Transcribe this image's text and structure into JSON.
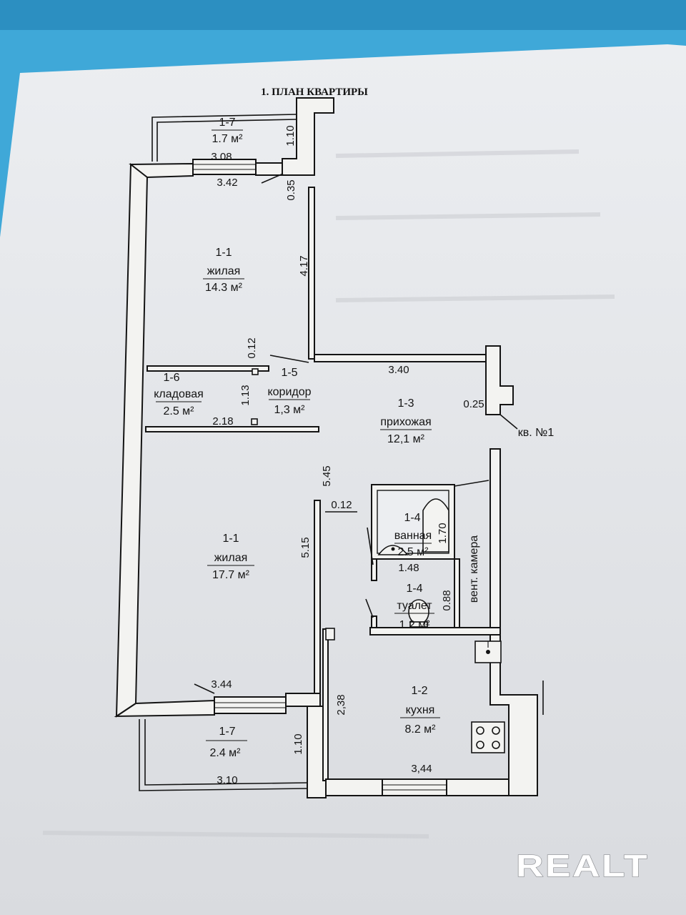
{
  "title": "1. ПЛАН КВАРТИРЫ",
  "rooms": {
    "balcony_top": {
      "number": "1-7",
      "area": "1.7 м²"
    },
    "living_top": {
      "number": "1-1",
      "name": "жилая",
      "area": "14.3 м²"
    },
    "storage": {
      "number": "1-6",
      "name": "кладовая",
      "area": "2.5 м²"
    },
    "corridor": {
      "number": "1-5",
      "name": "коридор",
      "area": "1,3 м²"
    },
    "hall": {
      "number": "1-3",
      "name": "прихожая",
      "area": "12,1 м²"
    },
    "bathroom": {
      "number": "1-4",
      "name": "ванная",
      "area": "2.5 м²"
    },
    "toilet": {
      "number": "1-4",
      "name": "туалет",
      "area": "1.2 м²"
    },
    "living_bottom": {
      "number": "1-1",
      "name": "жилая",
      "area": "17.7 м²"
    },
    "kitchen": {
      "number": "1-2",
      "name": "кухня",
      "area": "8.2 м²"
    },
    "balcony_bottom": {
      "number": "1-7",
      "area": "2.4 м²"
    }
  },
  "dimensions": {
    "balcony_top_depth": "1.10",
    "balcony_top_width": "3.08",
    "living_top_width": "3.42",
    "column_depth": "0.35",
    "living_top_length": "4.17",
    "partition_top": "0.12",
    "hall_width": "3.40",
    "storage_depth": "1.13",
    "storage_width": "2.18",
    "niche_depth": "0.25",
    "hall_length": "5.45",
    "partition_bath": "0.12",
    "bath_length": "1.70",
    "bath_width": "1.48",
    "living_bottom_length": "5.15",
    "toilet_length": "0.88",
    "living_bottom_width": "3.44",
    "kitchen_depth": "2,38",
    "balcony_bottom_depth": "1.10",
    "balcony_bottom_width": "3.10",
    "kitchen_width": "3,44"
  },
  "labels": {
    "apartment": "кв. №1",
    "vent_chamber": "вент. камера"
  },
  "watermark": "REALT",
  "colors": {
    "background": "#3fa8d8",
    "paper": "#e8e9ec",
    "ink": "#141414",
    "watermark": "#ffffff"
  }
}
